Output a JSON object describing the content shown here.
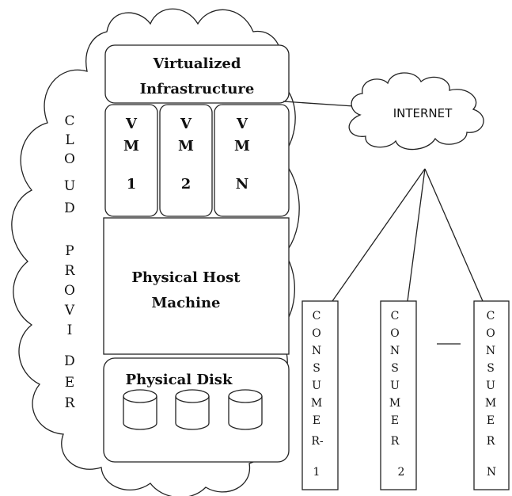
{
  "cloud_provider": {
    "letters": [
      "C",
      "L",
      "O",
      "U",
      "D",
      "P",
      "R",
      "O",
      "V",
      "I",
      "D",
      "E",
      "R"
    ]
  },
  "virtualized": {
    "line1": "Virtualized",
    "line2": "Infrastructure"
  },
  "vms": [
    {
      "line1": "V",
      "line2": "M",
      "line3": "1"
    },
    {
      "line1": "V",
      "line2": "M",
      "line3": "2"
    },
    {
      "line1": "V",
      "line2": "M",
      "line3": "N"
    }
  ],
  "host": {
    "line1": "Physical Host",
    "line2": "Machine"
  },
  "disk": {
    "title": "Physical Disk"
  },
  "internet": {
    "label": "INTERNET"
  },
  "consumers": [
    {
      "letters": [
        "C",
        "O",
        "N",
        "S",
        "U",
        "M",
        "E",
        "R-",
        "1"
      ]
    },
    {
      "letters": [
        "C",
        "O",
        "N",
        "S",
        "U",
        "M",
        "E",
        "R",
        "2"
      ]
    },
    {
      "letters": [
        "C",
        "O",
        "N",
        "S",
        "U",
        "M",
        "E",
        "R",
        "N"
      ]
    }
  ]
}
